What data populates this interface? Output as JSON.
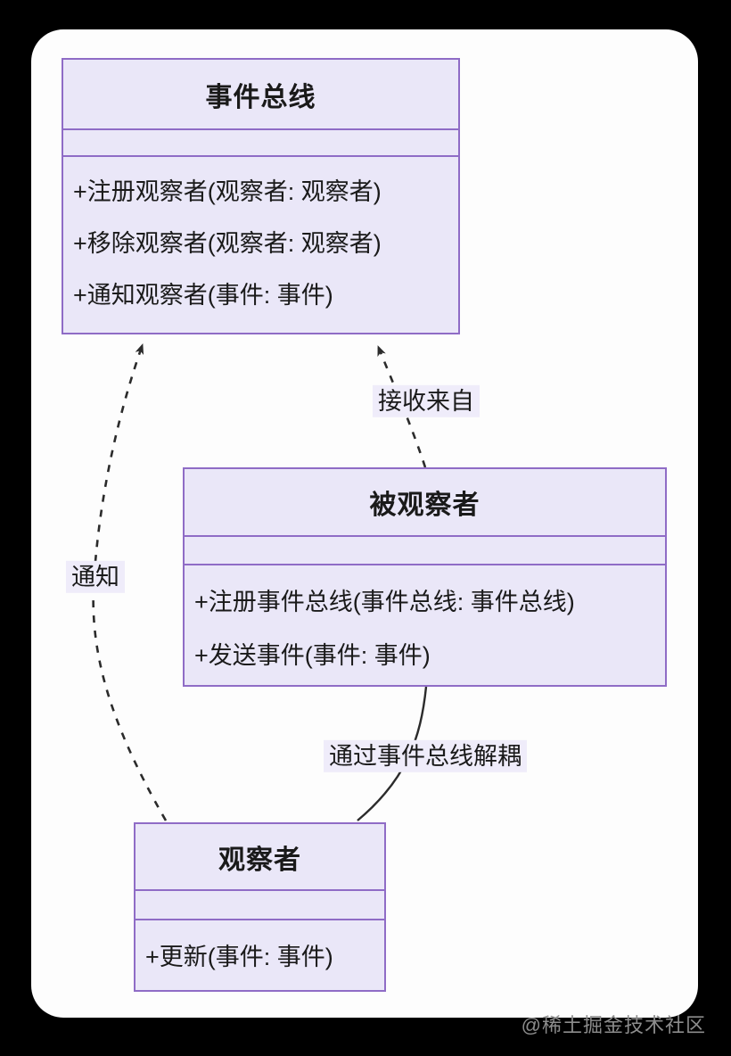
{
  "watermark": "@稀土掘金技术社区",
  "colors": {
    "page_bg": "#000000",
    "card_bg": "#fdfdfd",
    "class_fill": "#EAE7F8",
    "class_border": "#8F6CC6",
    "edge_line": "#2b2b2b",
    "edge_label_bg": "#EFECFA",
    "text": "#1a1a1a",
    "watermark_text": "#8c8c8c"
  },
  "diagram": {
    "type": "uml-class-diagram",
    "classes": [
      {
        "id": "event-bus",
        "title": "事件总线",
        "attributes": [],
        "methods": [
          "+注册观察者(观察者: 观察者)",
          "+移除观察者(观察者: 观察者)",
          "+通知观察者(事件: 事件)"
        ]
      },
      {
        "id": "observable",
        "title": "被观察者",
        "attributes": [],
        "methods": [
          "+注册事件总线(事件总线: 事件总线)",
          "+发送事件(事件: 事件)"
        ]
      },
      {
        "id": "observer",
        "title": "观察者",
        "attributes": [],
        "methods": [
          "+更新(事件: 事件)"
        ]
      }
    ],
    "edges": [
      {
        "from": "被观察者",
        "to": "事件总线",
        "label": "接收来自",
        "style": "dashed",
        "arrow": "true"
      },
      {
        "from": "观察者",
        "to": "事件总线",
        "label": "通知",
        "style": "dashed",
        "arrow": "true"
      },
      {
        "from": "被观察者",
        "to": "观察者",
        "label": "通过事件总线解耦",
        "style": "solid",
        "arrow": "false"
      }
    ]
  }
}
